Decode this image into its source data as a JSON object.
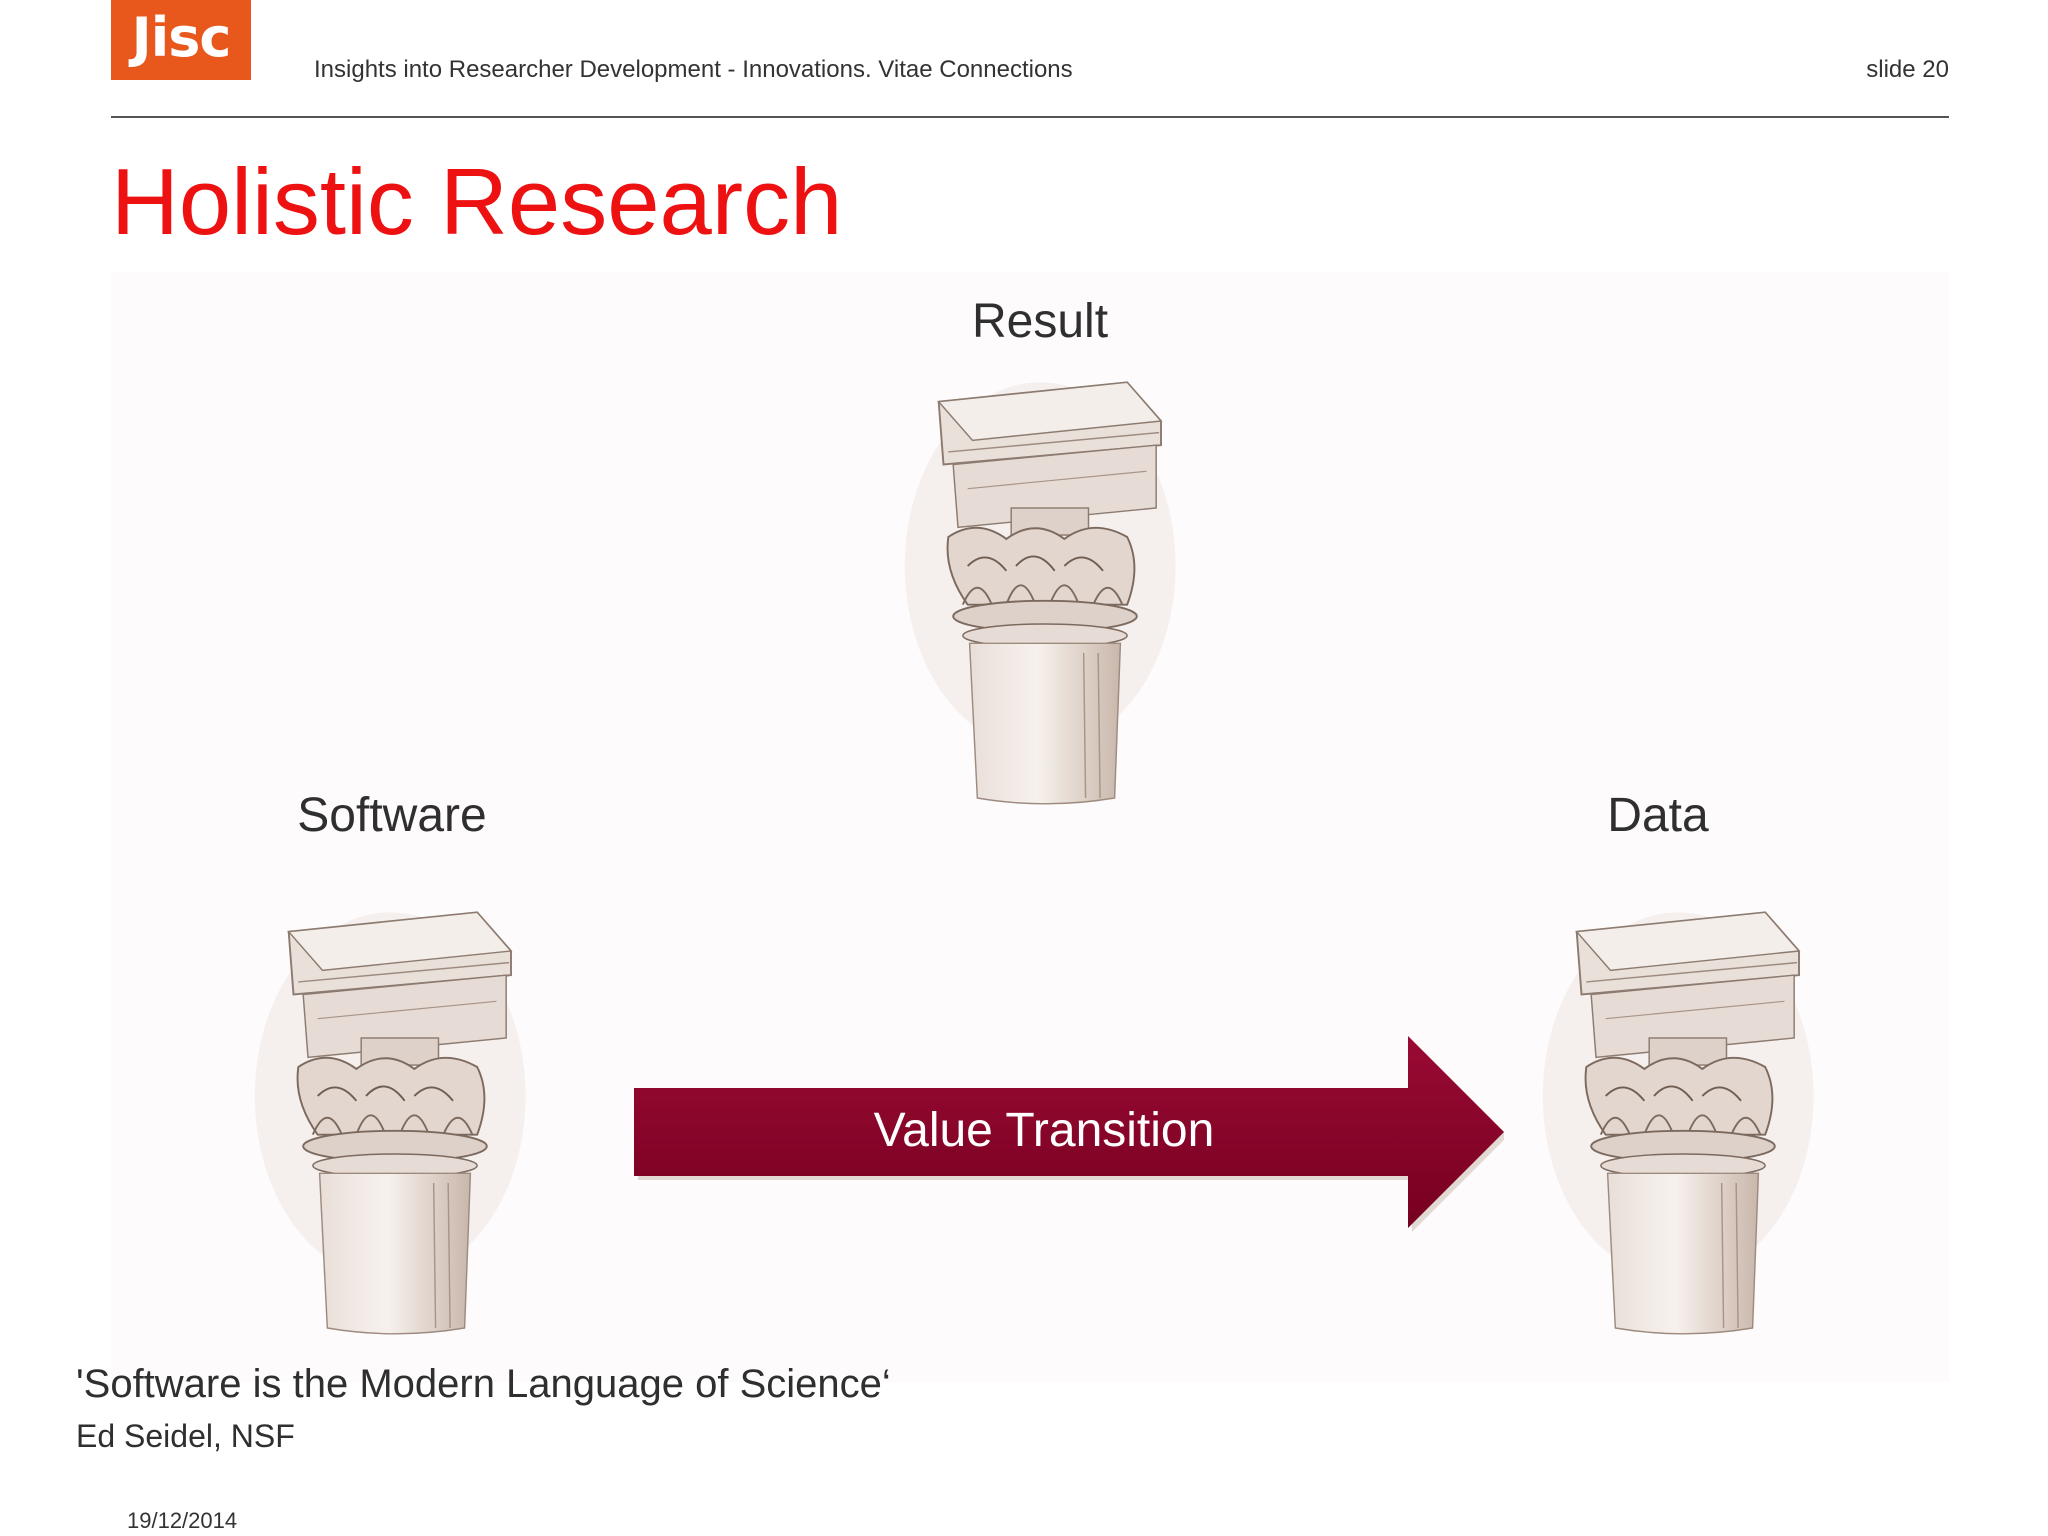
{
  "header": {
    "logo_text": "Jisc",
    "title": "Insights into Researcher Development - Innovations. Vitae Connections",
    "slide_number": "slide 20"
  },
  "slide": {
    "title": "Holistic Research",
    "pillars": {
      "result": "Result",
      "software": "Software",
      "data": "Data"
    },
    "arrow_label": "Value Transition",
    "quote": "'Software is the Modern Language of Science‘",
    "quote_author": "Ed Seidel, NSF"
  },
  "footer": {
    "date": "19/12/2014"
  },
  "colors": {
    "logo_bg": "#e8581c",
    "title": "#ee1111",
    "arrow": "#8b0025"
  }
}
